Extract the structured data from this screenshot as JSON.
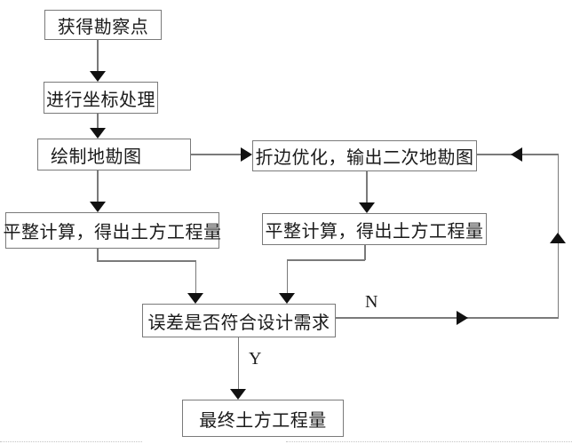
{
  "diagram": {
    "type": "flowchart",
    "nodes": [
      {
        "id": "get-points",
        "label": "获得勘察点"
      },
      {
        "id": "coord-process",
        "label": "进行坐标处理"
      },
      {
        "id": "draw-map",
        "label": "绘制地勘图"
      },
      {
        "id": "optimize",
        "label": "折边优化，输出二次地勘图"
      },
      {
        "id": "calc-left",
        "label": "平整计算，得出土方工程量"
      },
      {
        "id": "calc-right",
        "label": "平整计算，得出土方工程量"
      },
      {
        "id": "check",
        "label": "误差是否符合设计需求"
      },
      {
        "id": "final",
        "label": "最终土方工程量"
      }
    ],
    "edge_labels": {
      "no": "N",
      "yes": "Y"
    },
    "colors": {
      "background": "#ffffff",
      "box_border": "#7a7a7a",
      "line": "#7a7a7a",
      "arrowhead": "#111111",
      "text": "#1a1a1a"
    }
  }
}
